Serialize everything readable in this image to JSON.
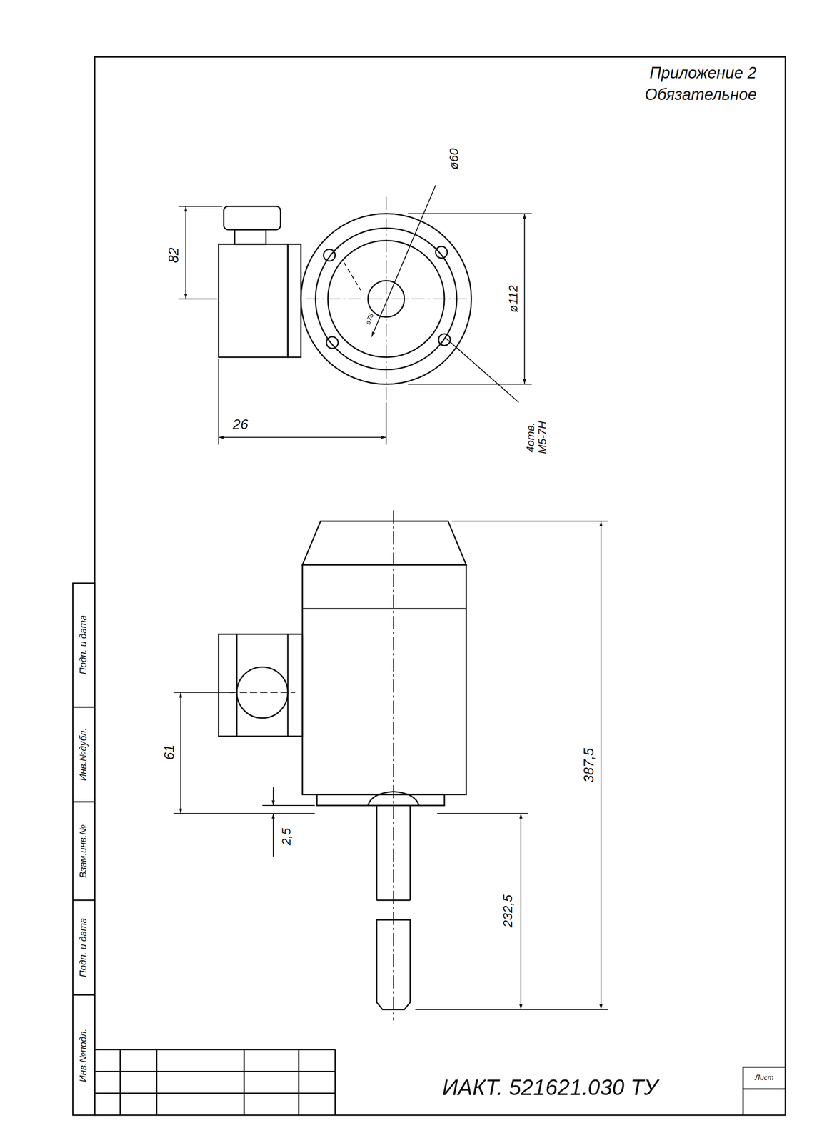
{
  "diagram": {
    "labels": [
      "Приложение 2",
      "Обязательное",
      "82",
      "ø60",
      "ø112",
      "ø75",
      "4отв. М5-7Н",
      "26",
      "61",
      "387,5",
      "2,5",
      "232,5",
      "ИАКТ. 521621.030 ТУ",
      "Лист",
      "Инв.№подл.",
      "Подп. и дата",
      "Взам.инв.№",
      "Инв.№дубл.",
      "Подп. и дата"
    ]
  }
}
